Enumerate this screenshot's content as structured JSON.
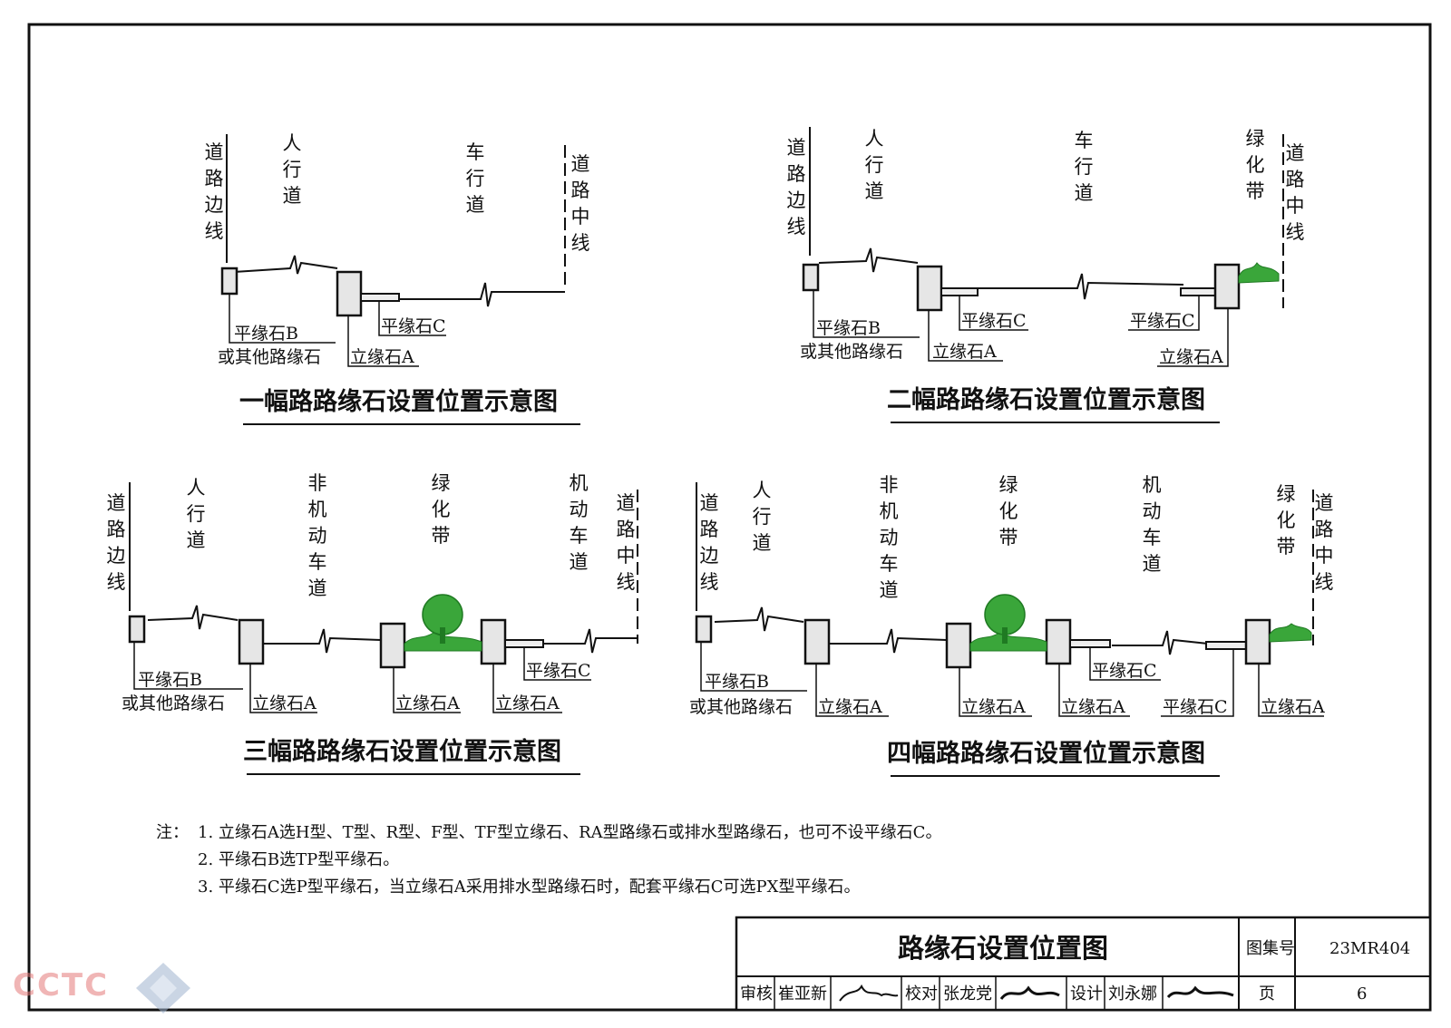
{
  "diagram1": {
    "title": "一幅路路缘石设置位置示意图",
    "top_labels": [
      "人行道",
      "车行道"
    ],
    "edge_label": "道路边线",
    "center_label": "道路中线",
    "label_B_1": "平缘石B",
    "label_B_2": "或其他路缘石",
    "label_A": "立缘石A",
    "label_C": "平缘石C"
  },
  "diagram2": {
    "title": "二幅路路缘石设置位置示意图",
    "top_labels": [
      "人行道",
      "车行道",
      "绿化带"
    ],
    "edge_label": "道路边线",
    "center_label": "道路中线",
    "label_B_1": "平缘石B",
    "label_B_2": "或其他路缘石",
    "label_A1": "立缘石A",
    "label_C1": "平缘石C",
    "label_C2": "平缘石C",
    "label_A2": "立缘石A"
  },
  "diagram3": {
    "title": "三幅路路缘石设置位置示意图",
    "top_labels": [
      "人行道",
      "非机动车道",
      "绿化带",
      "机动车道"
    ],
    "edge_label": "道路边线",
    "center_label": "道路中线",
    "label_B_1": "平缘石B",
    "label_B_2": "或其他路缘石",
    "label_A1": "立缘石A",
    "label_A2": "立缘石A",
    "label_A3": "立缘石A",
    "label_C": "平缘石C"
  },
  "diagram4": {
    "title": "四幅路路缘石设置位置示意图",
    "top_labels": [
      "人行道",
      "非机动车道",
      "绿化带",
      "机动车道",
      "绿化带"
    ],
    "edge_label": "道路边线",
    "center_label": "道路中线",
    "label_B_1": "平缘石B",
    "label_B_2": "或其他路缘石",
    "label_A1": "立缘石A",
    "label_A2": "立缘石A",
    "label_A3": "立缘石A",
    "label_C1": "平缘石C",
    "label_C2": "平缘石C",
    "label_A4": "立缘石A"
  },
  "notes": {
    "prefix": "注：",
    "items": [
      "1.  立缘石A选H型、T型、R型、F型、TF型立缘石、RA型路缘石或排水型路缘石，也可不设平缘石C。",
      "2.  平缘石B选TP型平缘石。",
      "3.  平缘石C选P型平缘石，当立缘石A采用排水型路缘石时，配套平缘石C可选PX型平缘石。"
    ]
  },
  "title_block": {
    "title": "路缘石设置位置图",
    "atlas_label": "图集号",
    "atlas_no": "23MR404",
    "review_label": "审核",
    "reviewer": "崔亚新",
    "check_label": "校对",
    "checker": "张龙党",
    "design_label": "设计",
    "designer": "刘永娜",
    "page_label": "页",
    "page_no": "6"
  },
  "watermark": {
    "text": "CCTC"
  },
  "colors": {
    "green": "#3aa63a",
    "dark_green": "#1f7a22",
    "line": "#111111",
    "watermark": "#e47a7a"
  }
}
